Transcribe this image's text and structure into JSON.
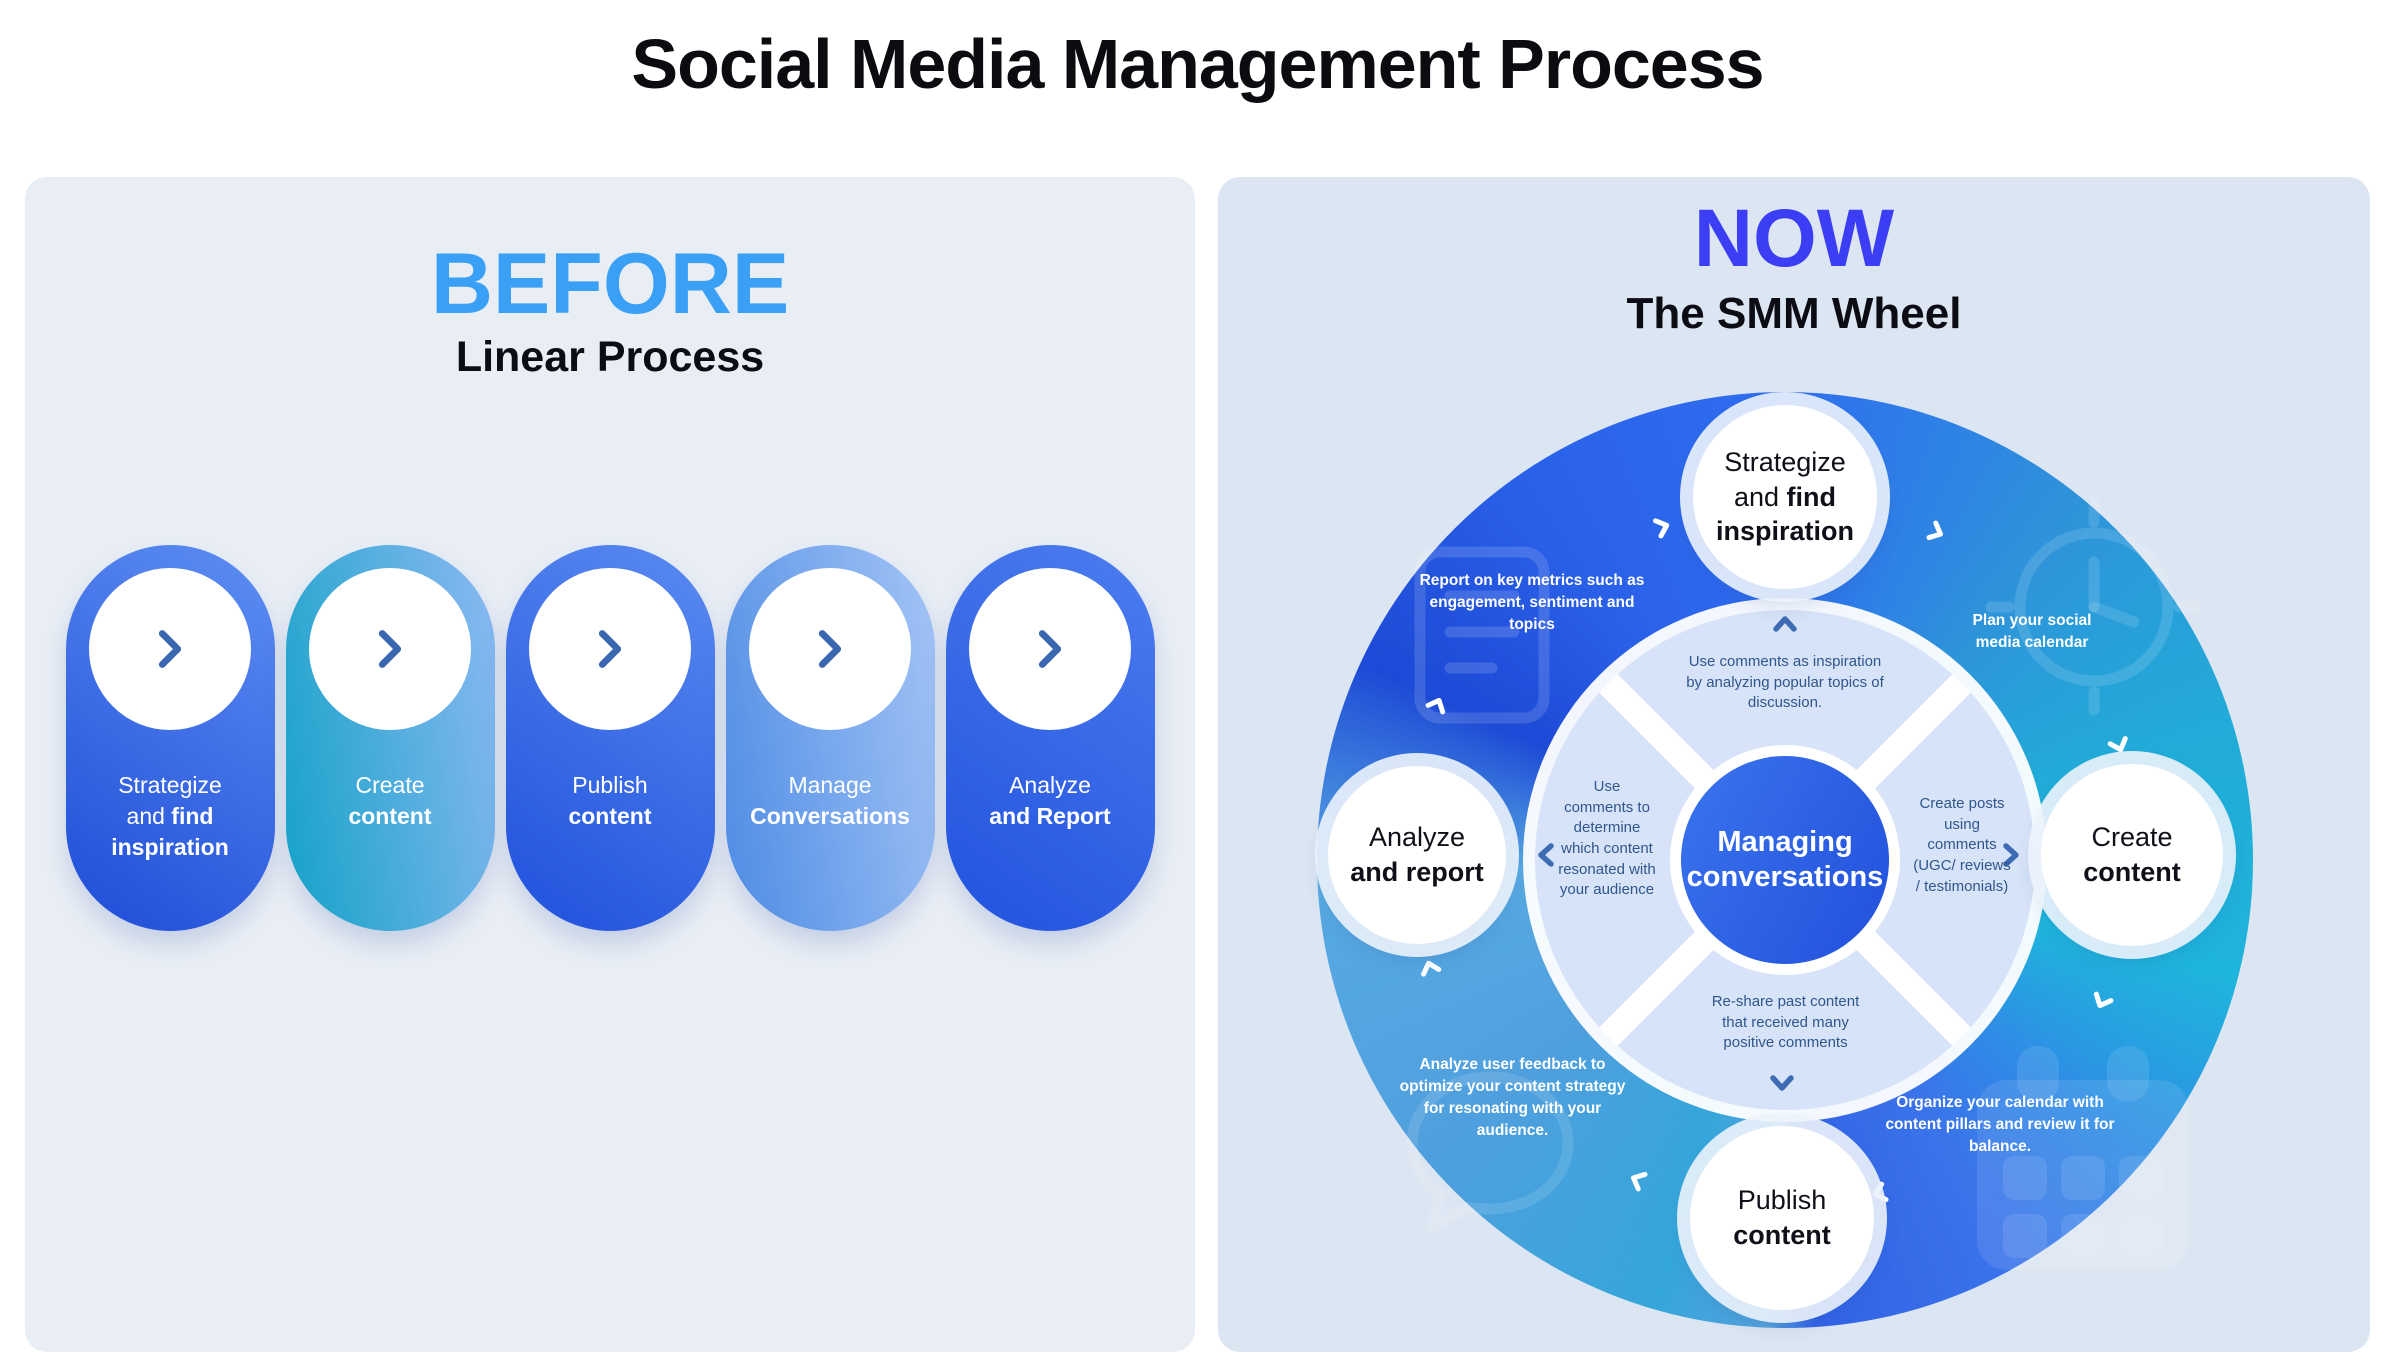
{
  "page": {
    "title": "Social Media Management Process"
  },
  "colors": {
    "before_accent": "#39a0f5",
    "now_accent": "#3c3ef5",
    "panel_left_bg": "#e9eef5",
    "panel_right_bg": "#dce6f2",
    "ring_blue": "#2f6ef0",
    "ring_teal": "#1fb4dc",
    "quadrant_text": "#31568c",
    "step_chevron": "#3a67b0"
  },
  "icons": {
    "step_arrow": "chevron-right-icon",
    "flow_arrow": "rotation-chevron-icon",
    "ring_background_icons": [
      "report-icon",
      "clock-icon",
      "chat-bubble-icon",
      "calendar-icon"
    ]
  },
  "before": {
    "title": "BEFORE",
    "subtitle": "Linear Process",
    "steps": [
      {
        "l1": "Strategize",
        "l2n": "and ",
        "l2b": "find",
        "l3b": "inspiration"
      },
      {
        "l1": "Create",
        "l2b": "content"
      },
      {
        "l1": "Publish",
        "l2b": "content"
      },
      {
        "l1": "Manage",
        "l2b": "Conversations"
      },
      {
        "l1": "Analyze",
        "l2b": "and Report"
      }
    ]
  },
  "now": {
    "title": "NOW",
    "subtitle": "The SMM Wheel",
    "center": {
      "l1": "Managing",
      "l2": "conversations"
    },
    "nodes": {
      "top": {
        "l1": "Strategize",
        "l2n": "and ",
        "l2b": "find",
        "l3b": "inspiration"
      },
      "right": {
        "l1": "Create",
        "l2b": "content"
      },
      "bottom": {
        "l1": "Publish",
        "l2b": "content"
      },
      "left": {
        "l1": "Analyze",
        "l2b": "and report"
      }
    },
    "quadrants": {
      "top": "Use comments as inspiration by analyzing popular topics of discussion.",
      "left": "Use comments to determine which content resonated with your audience",
      "right": "Create posts using comments (UGC/ reviews / testimonials)",
      "bottom": "Re-share past content that received many positive comments"
    },
    "outer_notes": {
      "top_left": "Report on key metrics such as engagement, sentiment and topics",
      "top_right": "Plan your social media calendar",
      "bottom_left": "Analyze user feedback to optimize your content strategy for resonating with your audience.",
      "bottom_right": "Organize your calendar with content pillars and review it for balance."
    }
  }
}
